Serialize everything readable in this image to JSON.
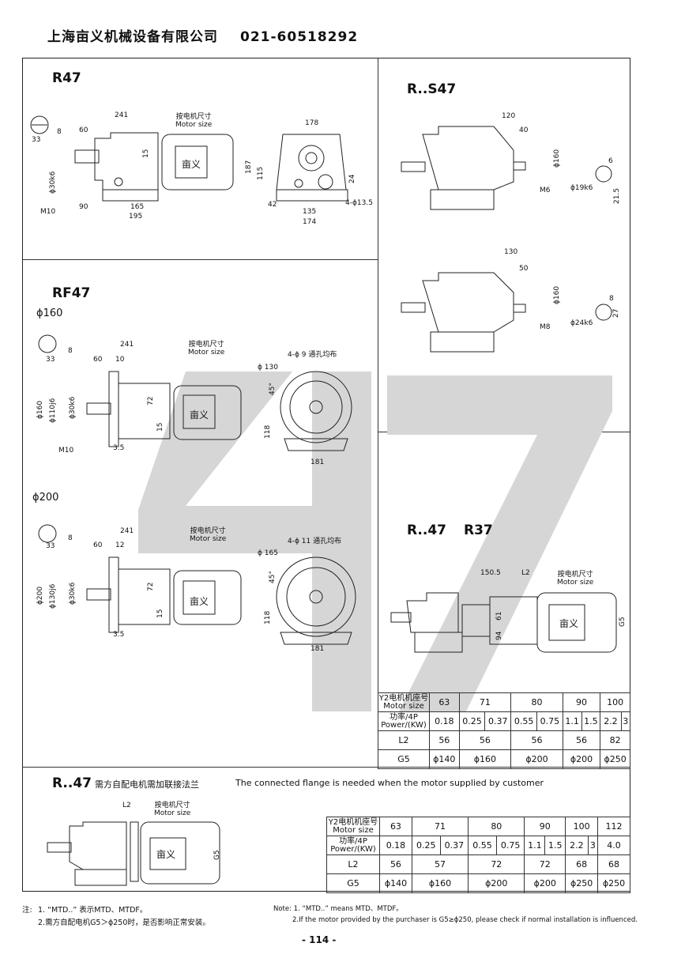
{
  "header": {
    "company": "上海亩义机械设备有限公司",
    "phone": "021-60518292"
  },
  "watermark": "47",
  "brand_label": "亩义",
  "motor_label_cn": "按电机尺寸",
  "motor_label_en": "Motor size",
  "sections": {
    "r47": {
      "title": "R47",
      "dims": {
        "a": "241",
        "b": "60",
        "c": "8",
        "d": "33",
        "e": "15",
        "f": "90",
        "g": "165",
        "h": "195",
        "shaft": "ϕ30k6",
        "thread": "M10",
        "w": "178",
        "h2": "187",
        "h3": "115",
        "h4": "24",
        "i": "42",
        "j": "135",
        "k": "174",
        "holes": "4-ϕ13.5"
      }
    },
    "rs47": {
      "title": "R..S47",
      "dims": {
        "a1": "120",
        "b1": "40",
        "flange1": "ϕ160",
        "thread1": "M6",
        "shaft1": "ϕ19k6",
        "key1": "6",
        "kh1": "21.5",
        "a2": "130",
        "b2": "50",
        "flange2": "ϕ160",
        "thread2": "M8",
        "shaft2": "ϕ24k6",
        "key2": "8",
        "kh2": "27"
      }
    },
    "rf47": {
      "title": "RF47",
      "v160": {
        "label": "ϕ160",
        "a": "241",
        "b": "60",
        "c": "10",
        "key": "8",
        "d": "33",
        "f1": "ϕ160",
        "f2": "ϕ110j6",
        "f3": "ϕ30k6",
        "e": "72",
        "e2": "15",
        "t": "3.5",
        "thread": "M10",
        "holes": "4-ϕ 9 通孔均布",
        "pcd": "ϕ 130",
        "ang": "45°",
        "h": "118",
        "w": "181"
      },
      "v200": {
        "label": "ϕ200",
        "a": "241",
        "b": "60",
        "c": "12",
        "key": "8",
        "d": "33",
        "f1": "ϕ200",
        "f2": "ϕ130j6",
        "f3": "ϕ30k6",
        "e": "72",
        "e2": "15",
        "t": "3.5",
        "holes": "4-ϕ 11 通孔均布",
        "pcd": "ϕ 165",
        "ang": "45°",
        "h": "118",
        "w": "181"
      }
    },
    "r47r37": {
      "title_a": "R..47",
      "title_b": "R37",
      "dims": {
        "a": "150.5",
        "l2": "L2",
        "h1": "61",
        "h2": "94",
        "g5": "G5"
      },
      "table": {
        "row_labels": [
          [
            "Y2电机机座号",
            "Motor size"
          ],
          [
            "功率/4P",
            "Power/(KW)"
          ],
          [
            "L2"
          ],
          [
            "G5"
          ]
        ],
        "motor_sizes": [
          "63",
          "71",
          "80",
          "90",
          "100"
        ],
        "powers": [
          "0.18",
          "0.25",
          "0.37",
          "0.55",
          "0.75",
          "1.1",
          "1.5",
          "2.2",
          "3"
        ],
        "l2": [
          "56",
          "56",
          "56",
          "56",
          "82"
        ],
        "g5": [
          "ϕ140",
          "ϕ160",
          "ϕ200",
          "ϕ200",
          "ϕ250"
        ]
      }
    },
    "bottom": {
      "title": "R..47",
      "note_cn": "需方自配电机需加联接法兰",
      "note_en": "The connected flange is needed when the motor supplied by customer",
      "dims": {
        "l2": "L2",
        "g5": "G5"
      },
      "table": {
        "row_labels": [
          [
            "Y2电机机座号",
            "Motor size"
          ],
          [
            "功率/4P",
            "Power/(KW)"
          ],
          [
            "L2"
          ],
          [
            "G5"
          ]
        ],
        "motor_sizes": [
          "63",
          "71",
          "80",
          "90",
          "100",
          "112"
        ],
        "powers": [
          "0.18",
          "0.25",
          "0.37",
          "0.55",
          "0.75",
          "1.1",
          "1.5",
          "2.2",
          "3",
          "4.0"
        ],
        "l2": [
          "56",
          "57",
          "72",
          "72",
          "68",
          "68"
        ],
        "g5": [
          "ϕ140",
          "ϕ160",
          "ϕ200",
          "ϕ200",
          "ϕ250",
          "ϕ250"
        ]
      }
    }
  },
  "notes": {
    "cn_prefix": "注:",
    "cn1": "1. “MTD..” 表示MTD、MTDF。",
    "cn2": "2.需方自配电机G5＞ϕ250时，是否影响正常安装。",
    "en1": "Note: 1. “MTD..” means MTD、MTDF。",
    "en2": "2.If the motor provided by the purchaser is G5≥ϕ250, please check if normal installation is influenced."
  },
  "page_number": "- 114 -"
}
